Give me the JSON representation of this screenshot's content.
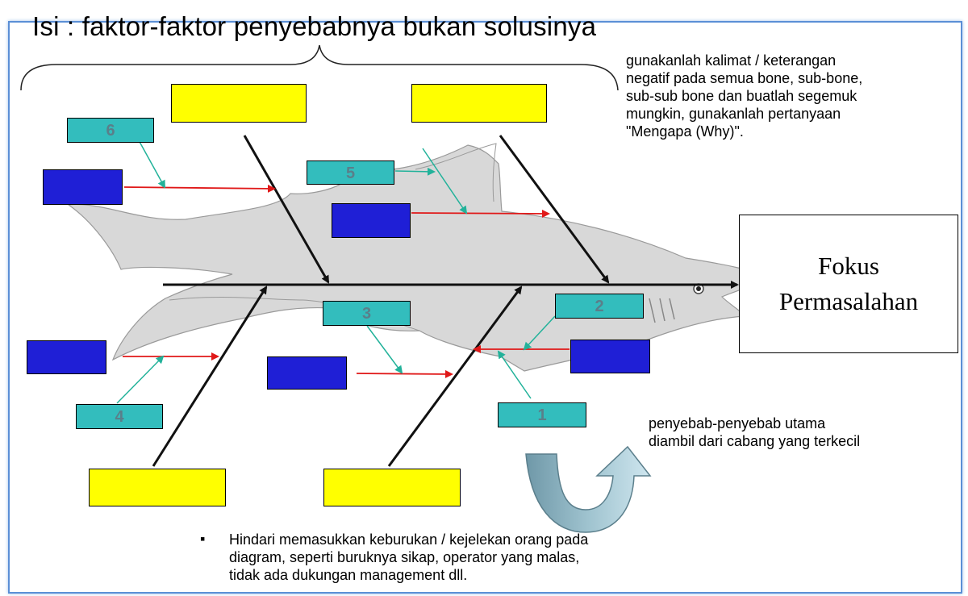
{
  "title": "Isi : faktor-faktor penyebabnya bukan solusinya",
  "note_top": [
    "gunakanlah kalimat / keterangan",
    "negatif pada semua bone, sub-bone,",
    "sub-sub bone dan buatlah segemuk",
    "mungkin, gunakanlah pertanyaan",
    "\"Mengapa (Why)\"."
  ],
  "fokus": {
    "line1": "Fokus",
    "line2": "Permasalahan"
  },
  "note_right": [
    "penyebab-penyebab utama",
    "diambil dari cabang yang terkecil"
  ],
  "bullet_symbol": "▪",
  "note_bottom": [
    "Hindari memasukkan keburukan / kejelekan orang pada",
    "diagram, seperti buruknya sikap, operator yang malas,",
    "tidak ada dukungan management dll."
  ],
  "labels": {
    "n1": "1",
    "n2": "2",
    "n3": "3",
    "n4": "4",
    "n5": "5",
    "n6": "6"
  },
  "colors": {
    "main_bone": "#111111",
    "red_arrow": "#e01818",
    "teal_arrow": "#22b29a",
    "yellow_box": "#ffff00",
    "blue_box": "#1f1fd6",
    "teal_box": "#33bdbd",
    "fish": "#d8d8d8",
    "frame": "#5b8fd6"
  }
}
